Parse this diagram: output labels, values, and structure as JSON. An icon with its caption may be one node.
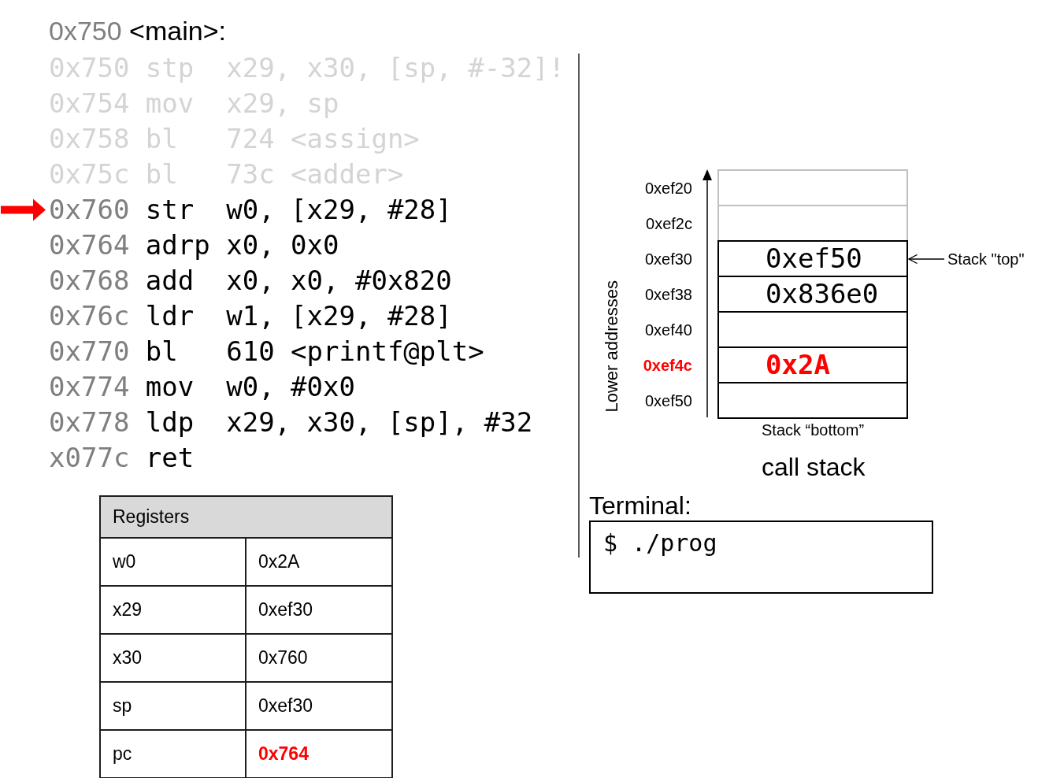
{
  "diagram": {
    "nodes": [
      {
        "text": [
          "0x760 str w0, [x29, #28]"
        ]
      },
      {
        "text": [],
        "shape": "box",
        "beside": [
          "0xef20"
        ]
      },
      {
        "text": [],
        "shape": "box",
        "beside": [
          "0xef2c"
        ]
      },
      {
        "text": [
          "0xef50"
        ],
        "beside": [
          "0xef30"
        ]
      },
      {
        "text": [
          "0x836e0"
        ],
        "beside": [
          "0xef38"
        ]
      },
      {
        "text": [],
        "shape": "box",
        "beside": [
          "0xef40"
        ]
      },
      {
        "text": [
          "0x2A"
        ],
        "beside": [
          "0xef4c"
        ]
      },
      {
        "text": [],
        "shape": "box",
        "beside": [
          "0xef50"
        ]
      },
      {
        "text": [
          "Stack \"top\""
        ]
      },
      {
        "text": [
          "Terminal:",
          "$ ./prog"
        ]
      }
    ],
    "edges": [
      {
        "from": null,
        "to": 0,
        "arrow": "to",
        "style": "thick",
        "color": "#ff0000"
      },
      {
        "from": 8,
        "to": 3,
        "arrow": "to",
        "color": "#000000"
      }
    ],
    "labels": [
      "0x750 <main>:",
      "0x750 stp x29, x30, [sp, #-32]!",
      "0x754 mov x29, sp",
      "0x758 bl 724 <assign>",
      "0x75c bl 73c <adder>",
      "0x764 adrp x0, 0x0",
      "0x768 add x0, x0, #0x820",
      "0x76c ldr w1, [x29, #28]",
      "0x770 bl 610 <printf@plt>",
      "0x774 mov w0, #0x0",
      "0x778 ldp x29, x30, [sp], #32",
      "x077c ret",
      "Registers",
      "w0",
      "0x2A",
      "x29",
      "0xef30",
      "x30",
      "0x760",
      "sp",
      "0xef30",
      "pc",
      "0x764",
      "Lower addresses",
      "Stack “bottom”",
      "call stack"
    ]
  }
}
